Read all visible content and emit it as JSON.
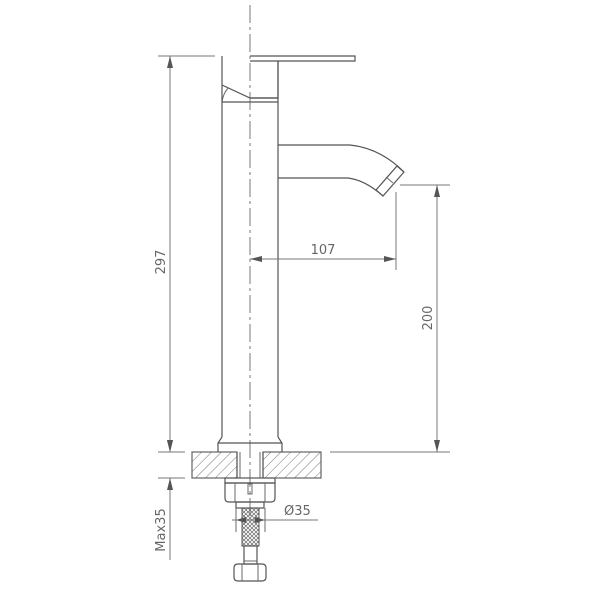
{
  "drawing": {
    "subject": "Tall basin mixer tap - dimensional line drawing",
    "dimensions": {
      "total_height": "297",
      "spout_reach": "107",
      "spout_height": "200",
      "max_deck_thickness": "Max35",
      "hole_diameter": "Ø35"
    },
    "colors": {
      "line": "#555555",
      "dimension": "#777777",
      "text": "#666666",
      "background": "#ffffff"
    }
  }
}
